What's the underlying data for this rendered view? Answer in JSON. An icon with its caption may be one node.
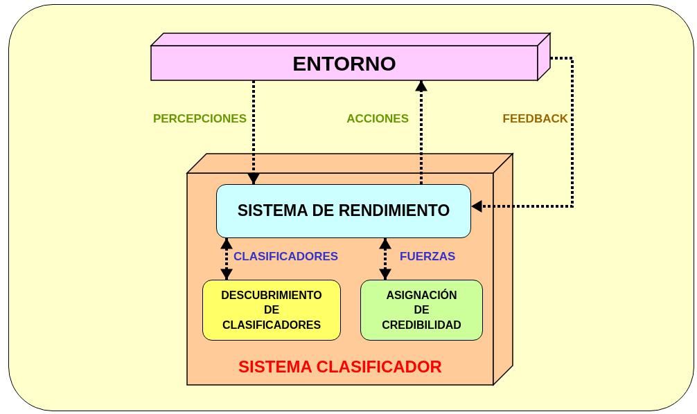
{
  "diagram": {
    "nodes": [
      {
        "text": [
          "ENTORNO"
        ]
      },
      {
        "text": [
          "SISTEMA CLASIFICADOR"
        ]
      },
      {
        "text": [
          "SISTEMA DE RENDIMIENTO"
        ],
        "in": 1
      },
      {
        "text": [
          "DESCUBRIMIENTO DE CLASIFICADORES"
        ],
        "in": 1
      },
      {
        "text": [
          "ASIGNACIÓN DE CREDIBILIDAD"
        ],
        "in": 1
      }
    ],
    "edges": [
      {
        "from": 0,
        "to": 2,
        "arrow": "to",
        "label": "PERCEPCIONES",
        "style": "dashed"
      },
      {
        "from": 2,
        "to": 0,
        "arrow": "to",
        "label": "ACCIONES",
        "style": "dashed"
      },
      {
        "from": 0,
        "to": 2,
        "arrow": "to",
        "label": "FEEDBACK",
        "style": "dashed"
      },
      {
        "from": 2,
        "to": 3,
        "arrow": "both",
        "label": "CLASIFICADORES",
        "style": "dashed"
      },
      {
        "from": 2,
        "to": 4,
        "arrow": "both",
        "label": "FUERZAS",
        "style": "dashed"
      }
    ]
  }
}
